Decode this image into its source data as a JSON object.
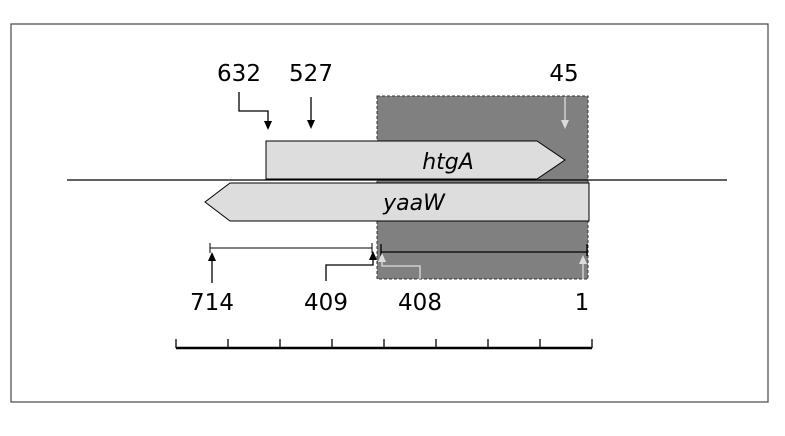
{
  "genes": {
    "htgA": {
      "label": "htgA",
      "direction": "forward"
    },
    "yaaW": {
      "label": "yaaW",
      "direction": "reverse"
    }
  },
  "top_positions": {
    "p632": "632",
    "p527": "527",
    "p45": "45"
  },
  "bottom_positions": {
    "p714": "714",
    "p409": "409",
    "p408": "408",
    "p1": "1"
  },
  "scale_bar": {
    "ticks": 9
  },
  "colors": {
    "background": "#ffffff",
    "frame": "#555555",
    "highlight_region": "#808080",
    "gene_fill": "#dddddd",
    "line": "#000000",
    "light_arrow": "#dcdcdc"
  }
}
